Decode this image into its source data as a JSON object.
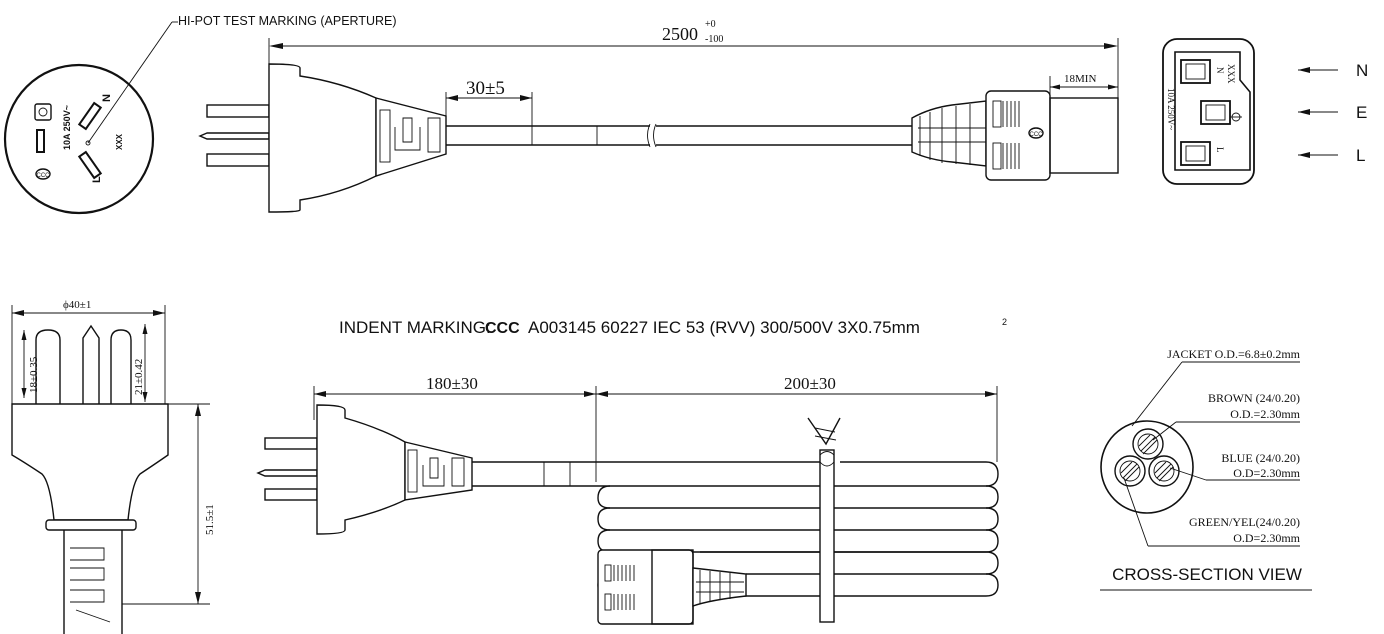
{
  "top": {
    "hipot_label": "HI-POT TEST MARKING (APERTURE)",
    "length_main": "2500",
    "length_tol_plus": "+0",
    "length_tol_minus": "-100",
    "strip_dim": "30±5",
    "min_dim": "18MIN",
    "face_rating": "10A 250V~",
    "face_n": "N",
    "face_l": "L",
    "face_code": "XXX",
    "connector_rating": "10A 250V~",
    "connector_code": "XXX",
    "connector_n": "N",
    "connector_l": "L",
    "pin_labels": [
      "N",
      "E",
      "L"
    ]
  },
  "bottom": {
    "plug_dia": "ϕ40±1",
    "pin_short": "18±0.35",
    "pin_long": "21±0.42",
    "plug_height": "51.5±1",
    "indent_label": "INDENT MARKING:",
    "indent_logo": "CCC",
    "indent_text": "A003145  60227 IEC 53 (RVV) 300/500V 3X0.75mm",
    "indent_sup": "2",
    "dim_a": "180±30",
    "dim_b": "200±30"
  },
  "cross_section": {
    "jacket": "JACKET O.D.=6.8±0.2mm",
    "brown": "BROWN (24/0.20)",
    "brown_od": "O.D.=2.30mm",
    "blue": "BLUE (24/0.20)",
    "blue_od": "O.D=2.30mm",
    "green": "GREEN/YEL(24/0.20)",
    "green_od": "O.D=2.30mm",
    "title": "CROSS-SECTION VIEW"
  }
}
